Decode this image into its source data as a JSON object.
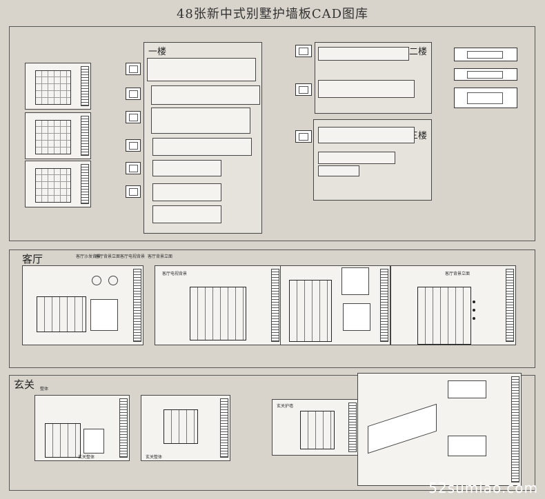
{
  "title": "48张新中式别墅护墙板CAD图库",
  "floor1_label": "一楼",
  "floor2_label": "二楼",
  "floor3_label": "三楼",
  "living_label": "客厅",
  "foyer_label": "玄关",
  "foyer_small": "整体",
  "foyer_caption_1": "玄关整体",
  "foyer_caption_2": "玄关整体",
  "foyer_caption_3": "玄关护墙",
  "living_notes": [
    "客厅沙发背景",
    "客厅背景立面",
    "客厅电视背景",
    "客厅背景立面"
  ],
  "living_note_2": "客厅电视背景",
  "living_note_3": "客厅背景立面",
  "watermark": "52sumiao.com"
}
